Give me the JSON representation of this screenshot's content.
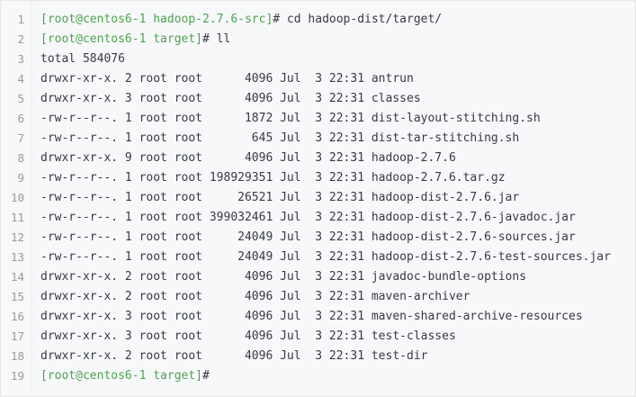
{
  "terminal": {
    "lines": [
      {
        "no": "1",
        "prompt": "[root@centos6-1 hadoop-2.7.6-src]",
        "text": "# cd hadoop-dist/target/"
      },
      {
        "no": "2",
        "prompt": "[root@centos6-1 target]",
        "text": "# ll"
      },
      {
        "no": "3",
        "prompt": "",
        "text": "total 584076"
      },
      {
        "no": "4",
        "prompt": "",
        "text": "drwxr-xr-x. 2 root root      4096 Jul  3 22:31 antrun"
      },
      {
        "no": "5",
        "prompt": "",
        "text": "drwxr-xr-x. 3 root root      4096 Jul  3 22:31 classes"
      },
      {
        "no": "6",
        "prompt": "",
        "text": "-rw-r--r--. 1 root root      1872 Jul  3 22:31 dist-layout-stitching.sh"
      },
      {
        "no": "7",
        "prompt": "",
        "text": "-rw-r--r--. 1 root root       645 Jul  3 22:31 dist-tar-stitching.sh"
      },
      {
        "no": "8",
        "prompt": "",
        "text": "drwxr-xr-x. 9 root root      4096 Jul  3 22:31 hadoop-2.7.6"
      },
      {
        "no": "9",
        "prompt": "",
        "text": "-rw-r--r--. 1 root root 198929351 Jul  3 22:31 hadoop-2.7.6.tar.gz"
      },
      {
        "no": "10",
        "prompt": "",
        "text": "-rw-r--r--. 1 root root     26521 Jul  3 22:31 hadoop-dist-2.7.6.jar"
      },
      {
        "no": "11",
        "prompt": "",
        "text": "-rw-r--r--. 1 root root 399032461 Jul  3 22:31 hadoop-dist-2.7.6-javadoc.jar"
      },
      {
        "no": "12",
        "prompt": "",
        "text": "-rw-r--r--. 1 root root     24049 Jul  3 22:31 hadoop-dist-2.7.6-sources.jar"
      },
      {
        "no": "13",
        "prompt": "",
        "text": "-rw-r--r--. 1 root root     24049 Jul  3 22:31 hadoop-dist-2.7.6-test-sources.jar"
      },
      {
        "no": "14",
        "prompt": "",
        "text": "drwxr-xr-x. 2 root root      4096 Jul  3 22:31 javadoc-bundle-options"
      },
      {
        "no": "15",
        "prompt": "",
        "text": "drwxr-xr-x. 2 root root      4096 Jul  3 22:31 maven-archiver"
      },
      {
        "no": "16",
        "prompt": "",
        "text": "drwxr-xr-x. 3 root root      4096 Jul  3 22:31 maven-shared-archive-resources"
      },
      {
        "no": "17",
        "prompt": "",
        "text": "drwxr-xr-x. 3 root root      4096 Jul  3 22:31 test-classes"
      },
      {
        "no": "18",
        "prompt": "",
        "text": "drwxr-xr-x. 2 root root      4096 Jul  3 22:31 test-dir"
      },
      {
        "no": "19",
        "prompt": "[root@centos6-1 target]",
        "text": "#"
      }
    ]
  },
  "colors": {
    "background": "#f6f8fa",
    "line_number": "#999999",
    "prompt": "#50a14f",
    "text": "#383a42"
  }
}
